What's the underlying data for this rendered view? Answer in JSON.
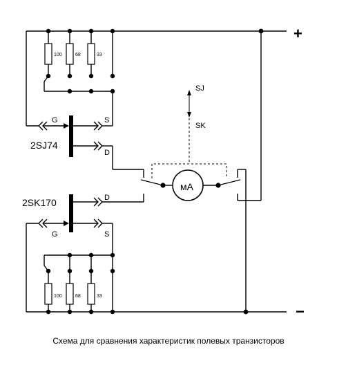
{
  "diagram": {
    "caption": "Схема для сравнения характеристик полевых транзисторов",
    "rail_plus": "+",
    "rail_minus": "−",
    "transistor_top": {
      "name": "2SJ74",
      "gate": "G",
      "source": "S",
      "drain": "D"
    },
    "transistor_bottom": {
      "name": "2SK170",
      "gate": "G",
      "source": "S",
      "drain": "D"
    },
    "resistors_top": [
      "100",
      "68",
      "33"
    ],
    "resistors_bottom": [
      "100",
      "68",
      "33"
    ],
    "meter": "мA",
    "switch_sj": "SJ",
    "switch_sk": "SK"
  },
  "colors": {
    "line": "#000000",
    "background": "#ffffff"
  }
}
